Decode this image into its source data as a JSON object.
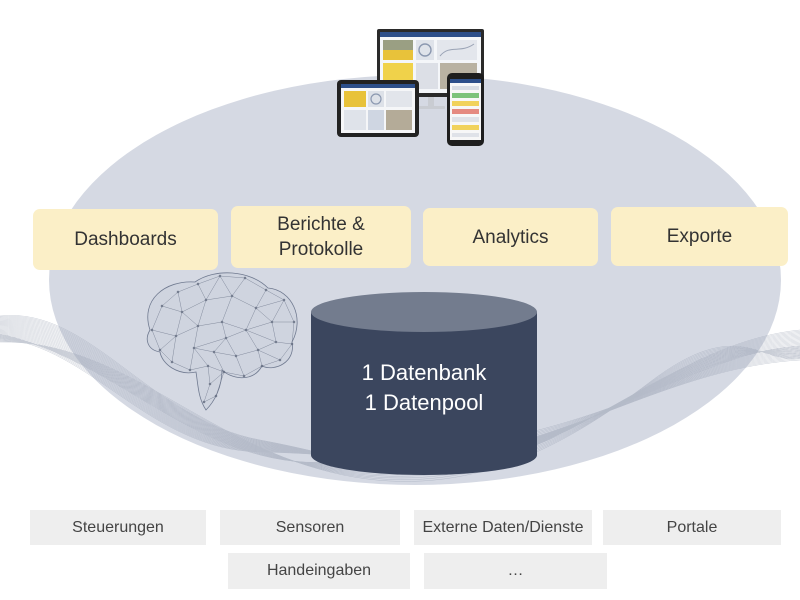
{
  "output_boxes": [
    {
      "label": "Dashboards"
    },
    {
      "label": "Berichte & Protokolle"
    },
    {
      "label": "Analytics"
    },
    {
      "label": "Exporte"
    }
  ],
  "database": {
    "line1": "1 Datenbank",
    "line2": "1 Datenpool"
  },
  "sources": [
    {
      "label": "Steuerungen"
    },
    {
      "label": "Sensoren"
    },
    {
      "label": "Externe Daten/Dienste"
    },
    {
      "label": "Portale"
    },
    {
      "label": "Handeingaben"
    },
    {
      "label": "…"
    }
  ],
  "colors": {
    "ellipse": "#d5d9e3",
    "output_box": "#fbefc7",
    "database": "#3b465e",
    "database_top": "#737c8e",
    "source_box": "#eeeeee"
  },
  "icons": [
    "devices-icon",
    "brain-icon",
    "data-waves-icon",
    "database-cylinder-icon"
  ]
}
